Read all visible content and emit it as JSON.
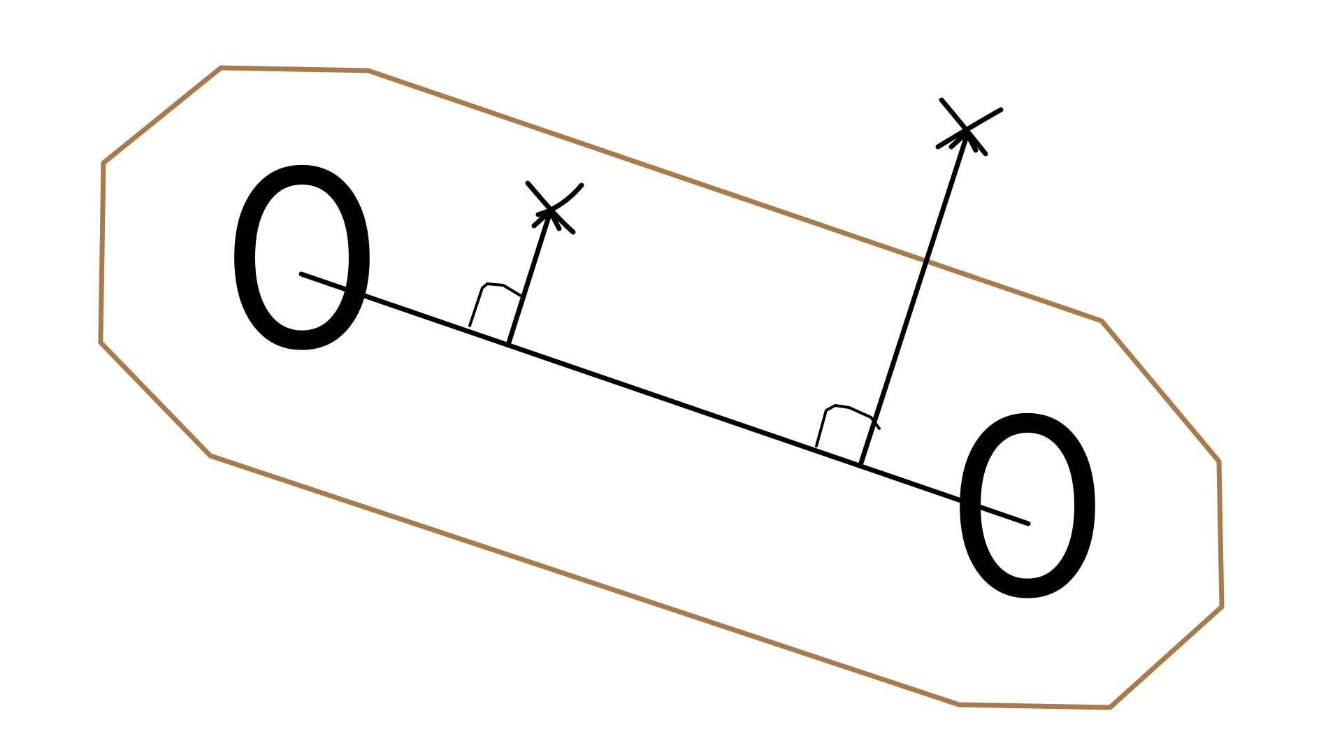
{
  "diagram": {
    "points": [
      {
        "id": "left",
        "label": "O"
      },
      {
        "id": "right",
        "label": "O"
      }
    ],
    "perpendiculars": [
      {
        "id": "near",
        "end_mark": "X",
        "right_angle": true
      },
      {
        "id": "far",
        "end_mark": "X",
        "right_angle": true
      }
    ],
    "colors": {
      "hull": "#a87b4c",
      "ink": "#000000",
      "background": "#ffffff"
    }
  }
}
